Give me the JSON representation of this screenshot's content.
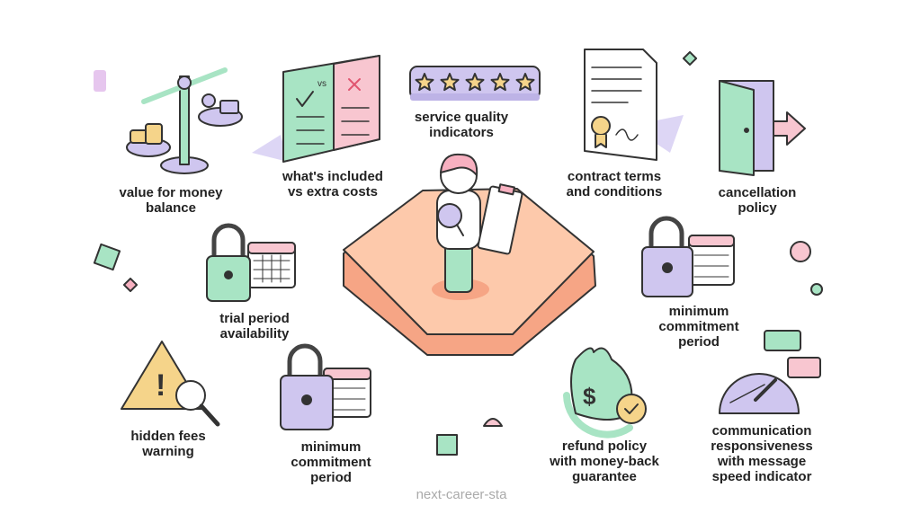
{
  "items": [
    {
      "id": "value",
      "lines": [
        "value for money",
        "balance"
      ],
      "icon": "balance-scale-icon"
    },
    {
      "id": "included",
      "lines": [
        "what's included",
        "vs extra costs"
      ],
      "icon": "comparison-checklist-icon",
      "vs": "vs"
    },
    {
      "id": "quality",
      "lines": [
        "service quality",
        "indicators"
      ],
      "icon": "five-star-rating-icon",
      "stars": 5
    },
    {
      "id": "contract",
      "lines": [
        "contract terms",
        "and conditions"
      ],
      "icon": "contract-document-icon"
    },
    {
      "id": "cancel",
      "lines": [
        "cancellation",
        "policy"
      ],
      "icon": "exit-door-icon"
    },
    {
      "id": "trial",
      "lines": [
        "trial period",
        "availability"
      ],
      "icon": "lock-calendar-icon"
    },
    {
      "id": "min_right",
      "lines": [
        "minimum",
        "commitment",
        "period"
      ],
      "icon": "lock-calendar-icon"
    },
    {
      "id": "hidden",
      "lines": [
        "hidden fees",
        "warning"
      ],
      "icon": "warning-magnifier-icon"
    },
    {
      "id": "min_left",
      "lines": [
        "minimum",
        "commitment",
        "period"
      ],
      "icon": "lock-calendar-icon"
    },
    {
      "id": "refund",
      "lines": [
        "refund policy",
        "with money-back",
        "guarantee"
      ],
      "icon": "money-bag-refund-icon"
    },
    {
      "id": "comm",
      "lines": [
        "communication",
        "responsiveness",
        "with message",
        "speed indicator"
      ],
      "icon": "speedometer-chat-icon"
    }
  ],
  "watermark": "next-career-sta",
  "colors": {
    "platform": "#fdc9ab",
    "platform_edge": "#f6a585",
    "mint": "#a8e4c4",
    "lavender": "#cfc6ef",
    "pink": "#f8c6d0",
    "gold": "#f5d48a",
    "outline": "#333333"
  }
}
